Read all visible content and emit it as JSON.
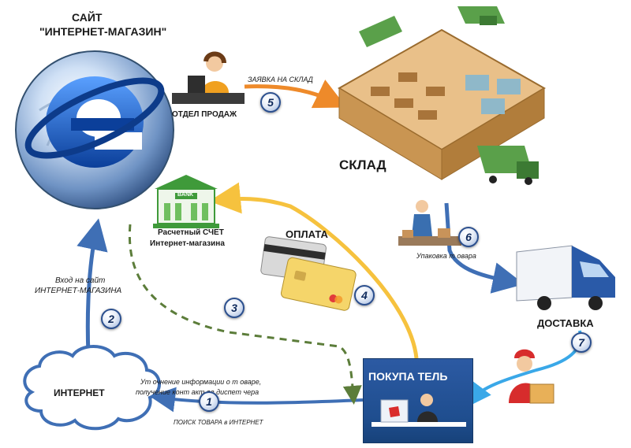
{
  "site": {
    "title_line1": "САЙТ",
    "title_line2": "\"ИНТЕРНЕТ-МАГАЗИН\""
  },
  "sales_dept": {
    "label": "ОТДЕЛ ПРОДАЖ"
  },
  "warehouse_request": {
    "label": "ЗАЯВКА НА СКЛАД"
  },
  "warehouse": {
    "label": "СКЛАД"
  },
  "bank": {
    "sign": "BANK",
    "label_line1": "Расчетный СЧЕТ",
    "label_line2": "Интернет-магазина"
  },
  "payment": {
    "label": "ОПЛАТА"
  },
  "packing": {
    "label": "Упаковка т овара"
  },
  "delivery": {
    "label": "ДОСТАВКА"
  },
  "site_entry": {
    "line1": "Вход на сайт",
    "line2": "ИНТЕРНЕТ-МАГАЗИНА"
  },
  "internet": {
    "label": "ИНТЕРНЕТ"
  },
  "clarify": {
    "line1": "Ут очнение информации о т оваре,",
    "line2": "получение конт акт ов диспет чера"
  },
  "search": {
    "label": "ПОИСК ТОВАРА в ИНТЕРНЕТ"
  },
  "buyer": {
    "label": "ПОКУПА ТЕЛЬ"
  },
  "steps": [
    "1",
    "2",
    "3",
    "4",
    "5",
    "6",
    "7"
  ],
  "colors": {
    "blue_arrow": "#3f6fb5",
    "orange_arrow": "#ee8a2a",
    "yellow_arrow": "#f6c23e",
    "green_dashed": "#5c7d3a",
    "cyan_arrow": "#3aa8e8",
    "buyer_panel": "#1f4e8f"
  }
}
